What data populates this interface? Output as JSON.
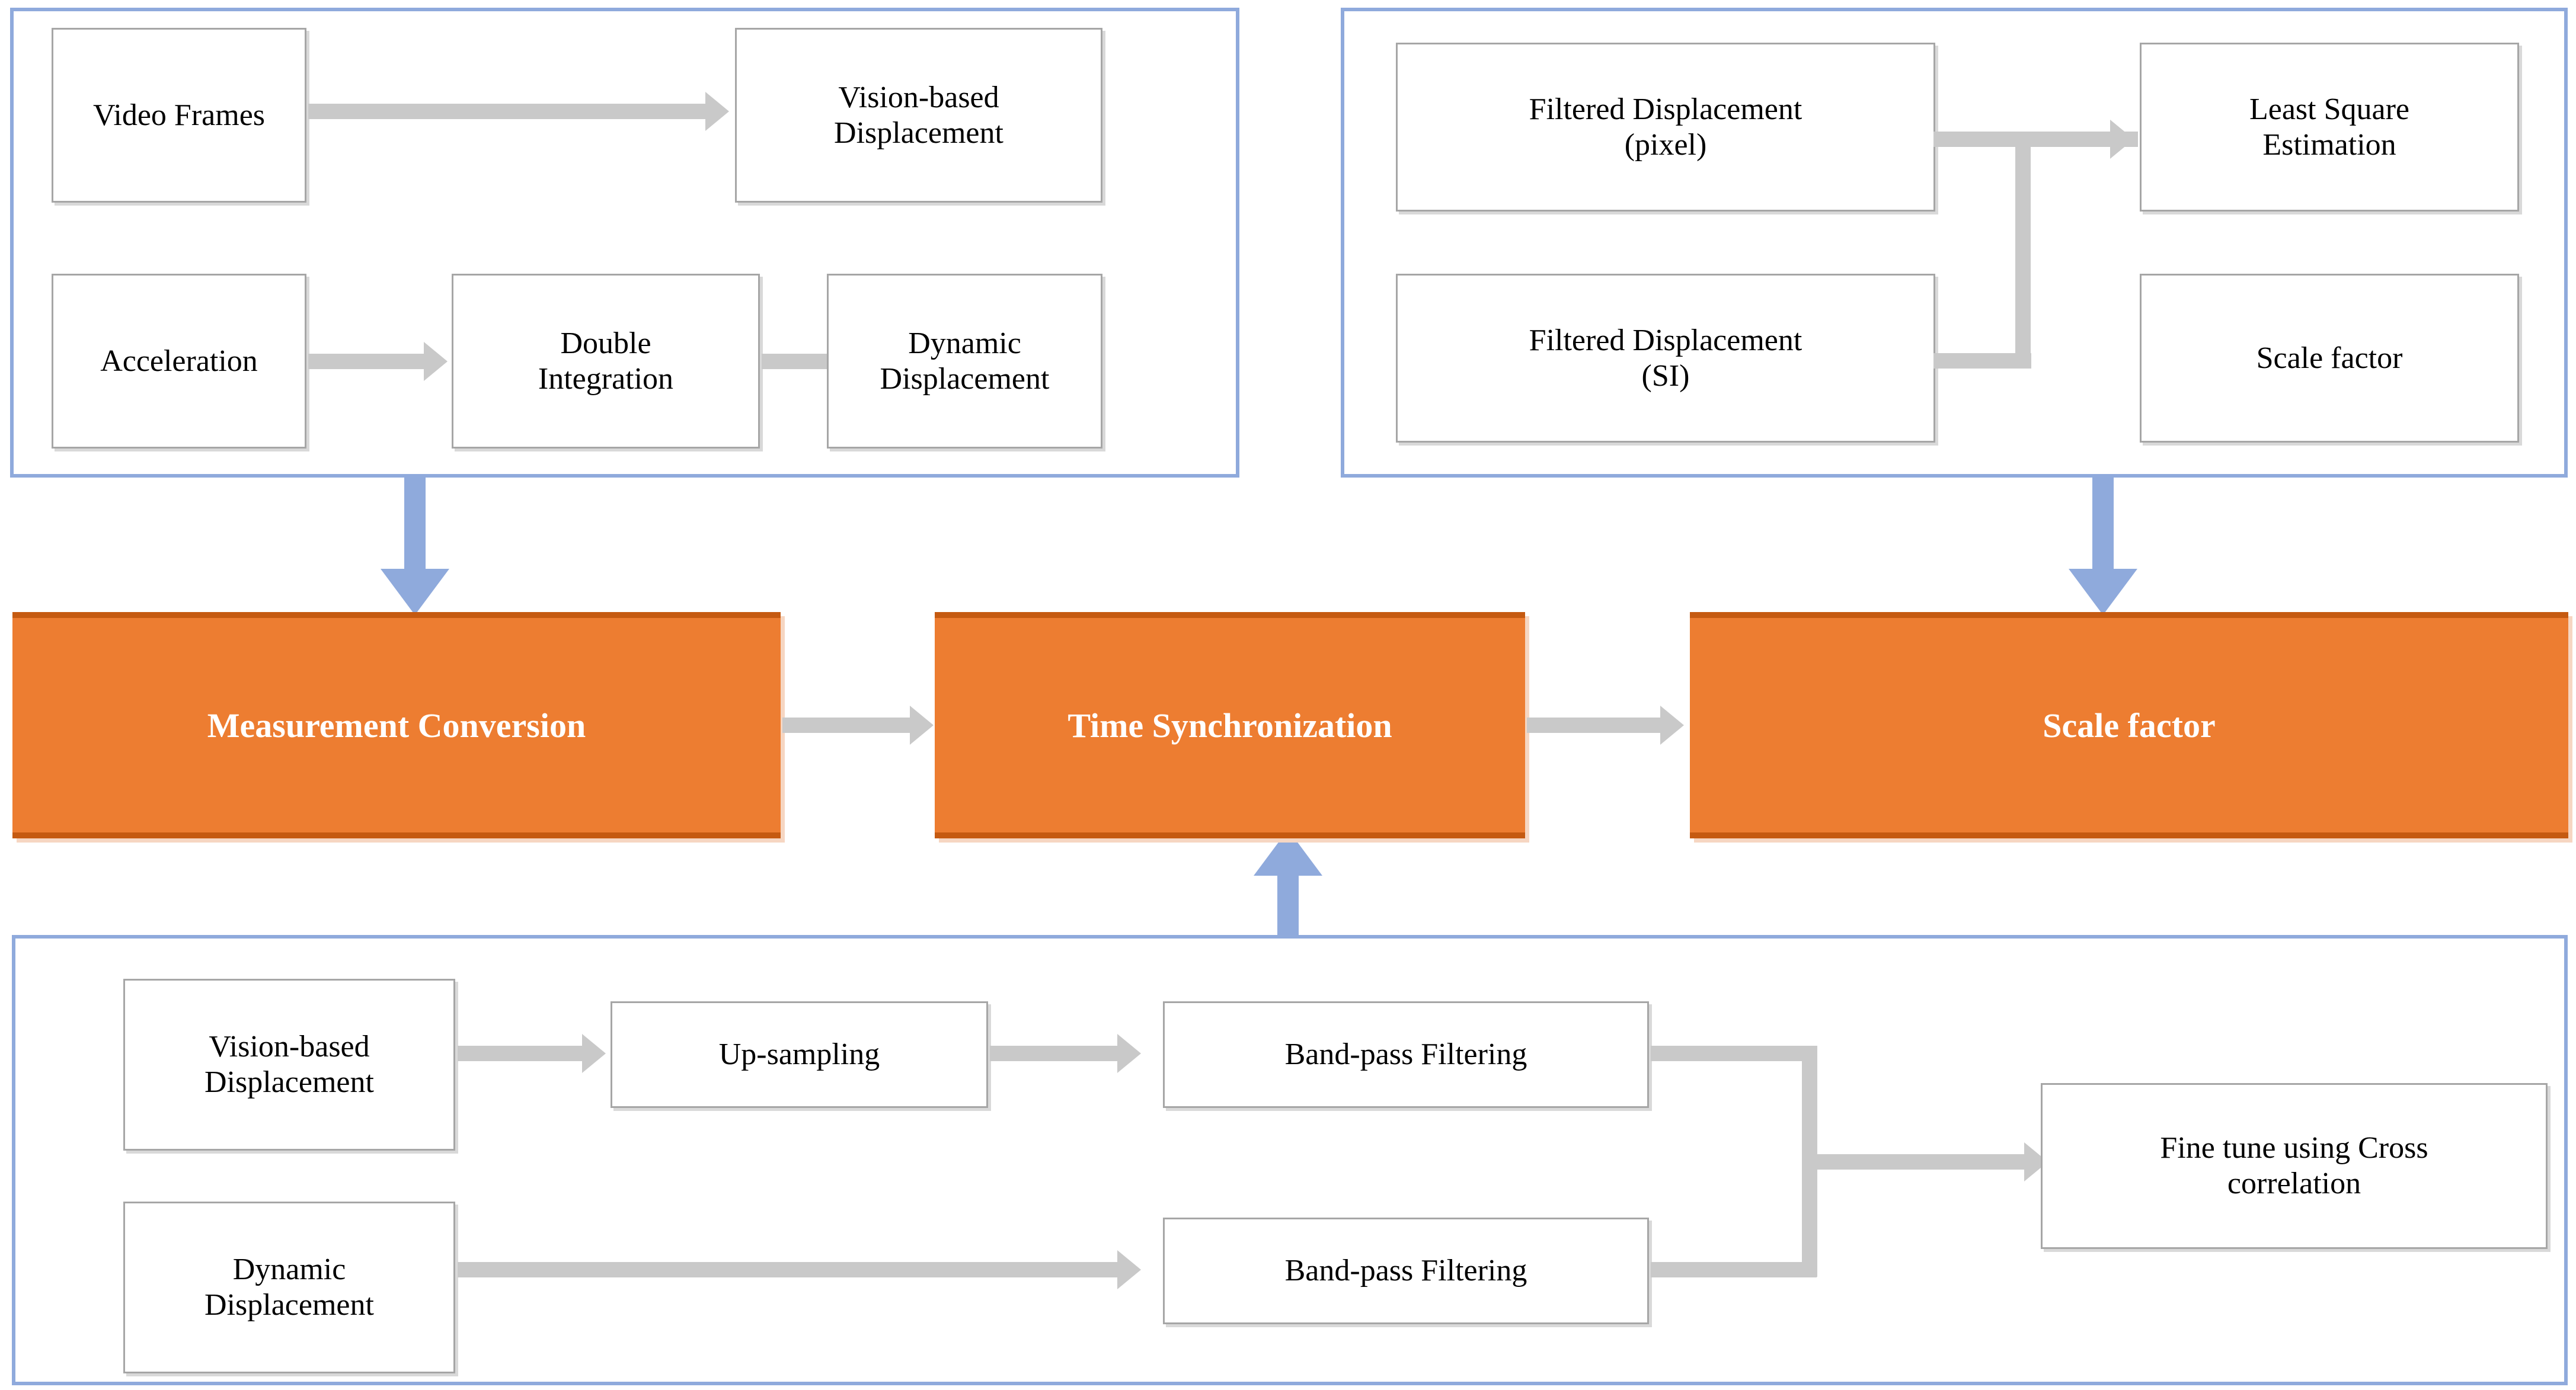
{
  "diagram": {
    "colors": {
      "panel_border": "#8faadc",
      "box_border": "#a6a6a6",
      "box_fill": "#ffffff",
      "accent_orange": "#ed7d31",
      "accent_orange_dark": "#c55a11",
      "connector_gray": "#c9c9c9",
      "blue_arrow": "#8faadc",
      "text_dark": "#000000",
      "text_light": "#ffffff"
    },
    "panels": [
      {
        "id": "measurement-conversion-panel",
        "nodes": [
          {
            "id": "video-frames",
            "label": "Video Frames"
          },
          {
            "id": "vision-based-displacement",
            "label": "Vision-based\nDisplacement",
            "line1": "Vision-based",
            "line2": "Displacement"
          },
          {
            "id": "acceleration",
            "label": "Acceleration"
          },
          {
            "id": "double-integration",
            "label": "Double\nIntegration",
            "line1": "Double",
            "line2": "Integration"
          },
          {
            "id": "dynamic-displacement",
            "label": "Dynamic\nDisplacement",
            "line1": "Dynamic",
            "line2": "Displacement"
          }
        ]
      },
      {
        "id": "scale-factor-panel",
        "nodes": [
          {
            "id": "filtered-displacement-pixel",
            "line1": "Filtered Displacement",
            "line2": "(pixel)"
          },
          {
            "id": "filtered-displacement-si",
            "line1": "Filtered Displacement",
            "line2": "(SI)"
          },
          {
            "id": "least-square-estimation",
            "line1": "Least Square",
            "line2": "Estimation"
          },
          {
            "id": "scale-factor-out",
            "line1": "Scale factor",
            "line2": ""
          }
        ]
      },
      {
        "id": "time-synchronization-panel",
        "nodes": [
          {
            "id": "vision-based-displacement-2",
            "line1": "Vision-based",
            "line2": "Displacement"
          },
          {
            "id": "up-sampling",
            "line1": "Up-sampling",
            "line2": ""
          },
          {
            "id": "band-pass-filtering-1",
            "line1": "Band-pass Filtering",
            "line2": ""
          },
          {
            "id": "dynamic-displacement-2",
            "line1": "Dynamic",
            "line2": "Displacement"
          },
          {
            "id": "band-pass-filtering-2",
            "line1": "Band-pass Filtering",
            "line2": ""
          },
          {
            "id": "fine-tune-cross-correlation",
            "line1": "Fine tune using Cross",
            "line2": "correlation"
          }
        ]
      }
    ],
    "stages": [
      {
        "id": "measurement-conversion",
        "label": "Measurement Conversion"
      },
      {
        "id": "time-synchronization",
        "label": "Time Synchronization"
      },
      {
        "id": "scale-factor",
        "label": "Scale factor"
      }
    ]
  }
}
